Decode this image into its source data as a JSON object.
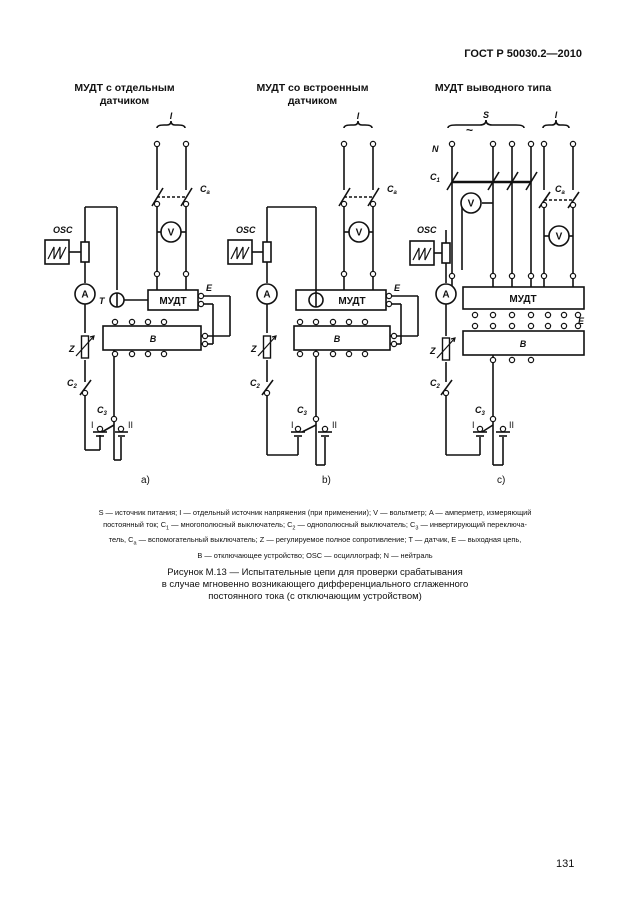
{
  "header": {
    "standard": "ГОСТ Р 50030.2—2010"
  },
  "circuits": {
    "a": {
      "title_line1": "МУДТ с отдельным",
      "title_line2": "датчиком",
      "label": "a)"
    },
    "b": {
      "title_line1": "МУДТ со встроенным",
      "title_line2": "датчиком",
      "label": "b)"
    },
    "c": {
      "title_line1": "МУДТ выводного типа",
      "label": "c)"
    }
  },
  "symbols": {
    "mudt": "МУДТ",
    "device_b": "B",
    "osc": "OSC",
    "ammeter": "A",
    "voltmeter": "V",
    "sensor": "T",
    "impedance": "Z",
    "output": "E",
    "separate_source": "I",
    "supply": "S",
    "neutral": "N",
    "ac_sign": "~",
    "switch_c1": "C",
    "switch_c1_sub": "1",
    "switch_c2": "C",
    "switch_c2_sub": "2",
    "switch_c3": "C",
    "switch_c3_sub": "3",
    "switch_ca": "C",
    "switch_ca_sub": "a",
    "pos_1": "I",
    "pos_2": "II"
  },
  "legend": {
    "l1": "S — источник питания; I — отдельный источник напряжения (при применении); V — вольтметр; A — амперметр, измеряющий",
    "l2a": "постоянный ток; C",
    "l2b": " — многополюсный выключатель; C",
    "l2c": " — однополюсный выключатель; C",
    "l2d": " — инвертирующий переключа-",
    "l3a": "тель, C",
    "l3b": " — вспомогательный выключатель; Z — регулируемое полное сопротивление; T — датчик, E — выходная цепь,",
    "l4": "B — отключающее устройство; OSC — осциллограф; N — нейтраль",
    "s1": "1",
    "s2": "2",
    "s3": "3",
    "sa": "a"
  },
  "caption": {
    "line1": "Рисунок М.13 — Испытательные цепи для проверки срабатывания",
    "line2": "в случае мгновенно возникающего дифференциального сглаженного",
    "line3": "постоянного тока (с отключающим устройством)"
  },
  "page_number": "131"
}
